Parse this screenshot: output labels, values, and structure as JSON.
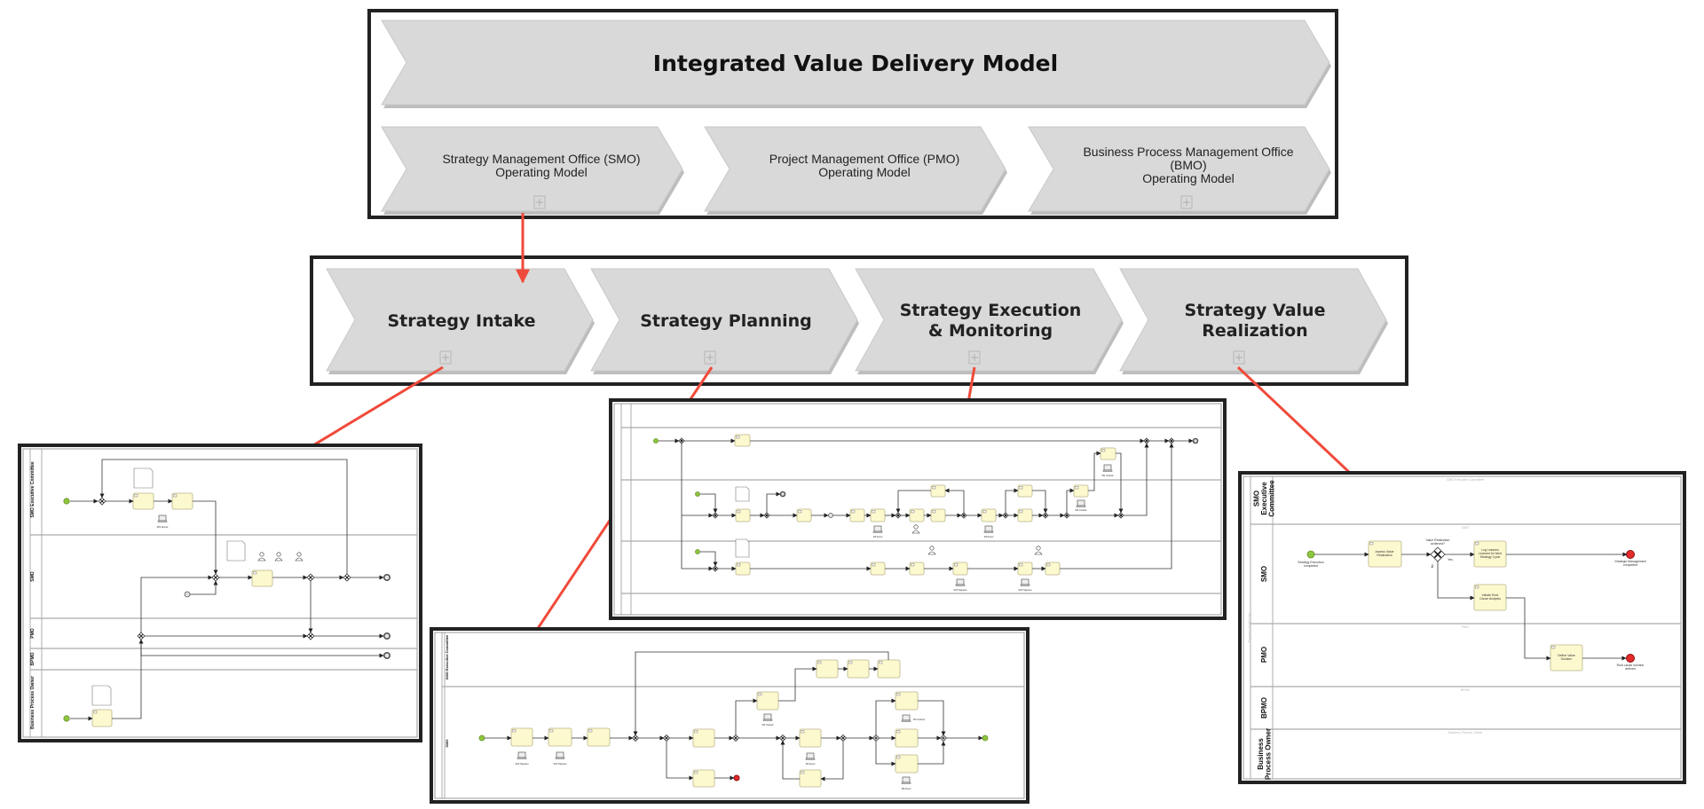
{
  "top_model": {
    "title": "Integrated Value Delivery Model",
    "offices": [
      {
        "lines": [
          "Strategy Management Office (SMO)",
          "Operating Model"
        ],
        "expandable": true
      },
      {
        "lines": [
          "Project Management Office (PMO)",
          "Operating Model"
        ],
        "expandable": false
      },
      {
        "lines": [
          "Business Process Management Office",
          "(BMO)",
          "Operating Model"
        ],
        "expandable": true
      }
    ]
  },
  "smo_phases": [
    {
      "lines": [
        "Strategy Intake"
      ]
    },
    {
      "lines": [
        "Strategy Planning"
      ]
    },
    {
      "lines": [
        "Strategy Execution",
        "& Monitoring"
      ]
    },
    {
      "lines": [
        "Strategy Value",
        "Realization"
      ]
    }
  ],
  "diagrams": {
    "intake": {
      "lanes": [
        "SMO Executive Committee",
        "SMO",
        "PMO",
        "BPMO",
        "Business Process Owner"
      ],
      "tool": "MS Excel"
    },
    "planning": {
      "lanes": [
        "SMO Executive Committee",
        "SMO"
      ],
      "tools": [
        "SAP Signavio",
        "SAP Signavio",
        "MS Outlook",
        "MS Excel",
        "MS Outlook",
        "MS Excel"
      ]
    },
    "execution": {
      "tools": [
        "MS Excel",
        "MS Excel",
        "MS Outlook",
        "MS Outlook",
        "SAP Signavio",
        "SAP Signavio"
      ]
    },
    "value_realization": {
      "pool": "Equinox Gold Corp.",
      "lanes": [
        {
          "header": [
            "SMO",
            "Executive",
            "Committee"
          ],
          "watermark": "SMO Executive Committee"
        },
        {
          "header": [
            "SMO"
          ],
          "watermark": "SMO"
        },
        {
          "header": [
            "PMO"
          ],
          "watermark": "PMO"
        },
        {
          "header": [
            "BPMO"
          ],
          "watermark": "BPMO"
        },
        {
          "header": [
            "Business",
            "Process Owner"
          ],
          "watermark": "Business Process Owner"
        }
      ],
      "start_event": [
        "Strategy Execution",
        "completed"
      ],
      "tasks": {
        "assess": [
          "Assess Value",
          "Realization"
        ],
        "log": [
          "Log Lessons",
          "Learned for Next",
          "Strategy Cycle"
        ],
        "root_cause": [
          "Initiate Root",
          "Cause Analysis"
        ],
        "define": [
          "Define Value",
          "Solution"
        ]
      },
      "gateway": [
        "Value Realization",
        "achieved?"
      ],
      "yes_label": "Yes",
      "no_label": "No",
      "end_events": {
        "completed": [
          "Strategic Management",
          "completed"
        ],
        "root_cause": [
          "Root cause solution",
          "defined"
        ]
      }
    }
  },
  "colors": {
    "chevron": "#d9d9d9",
    "connector_arrow": "#f04a3a",
    "task_fill": "#fdf9cf",
    "start_event": "#8cc63f",
    "end_event": "#e52b2b",
    "frame": "#222222"
  }
}
